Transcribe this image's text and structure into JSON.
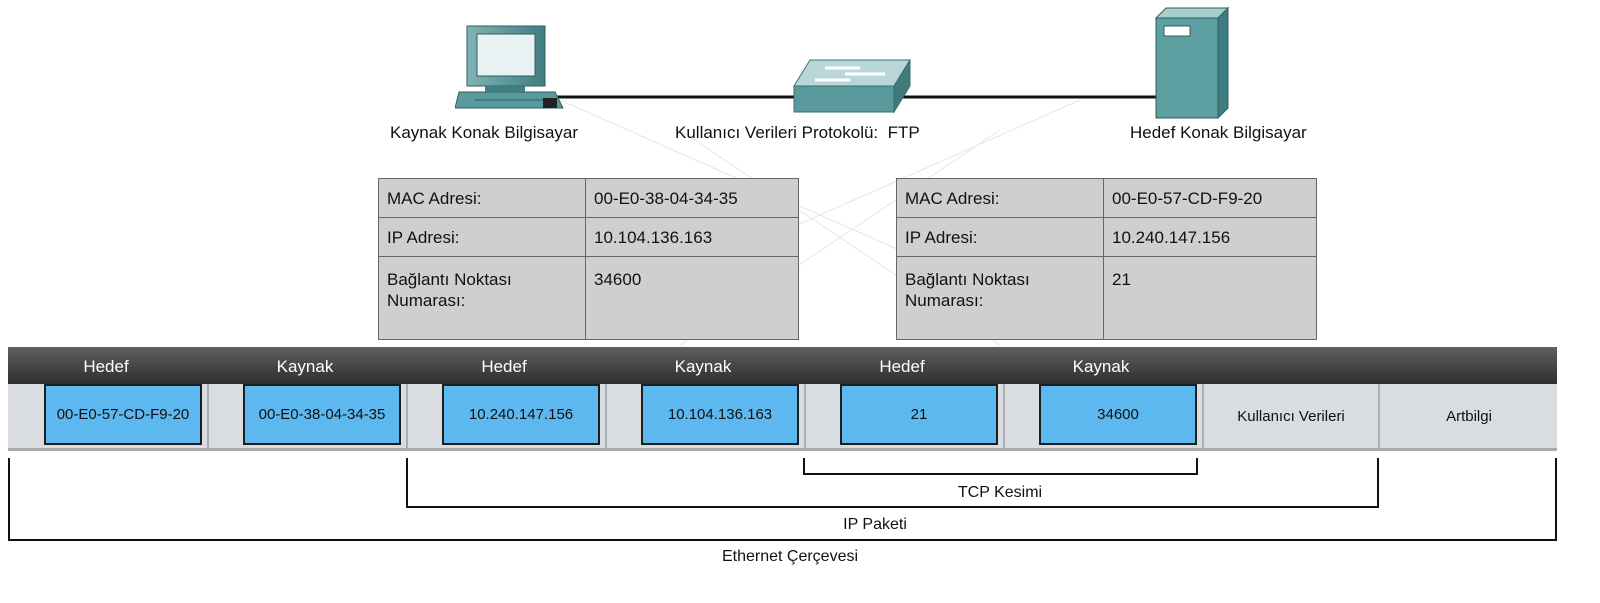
{
  "devices": {
    "source": {
      "label": "Kaynak Konak Bilgisayar"
    },
    "switch": {
      "label": "Kullanıcı Verileri Protokolü:  FTP"
    },
    "destination": {
      "label": "Hedef Konak Bilgisayar"
    }
  },
  "source_info": {
    "mac_label": "MAC Adresi:",
    "mac_value": "00-E0-38-04-34-35",
    "ip_label": "IP Adresi:",
    "ip_value": "10.104.136.163",
    "port_label": "Bağlantı Noktası Numarası:",
    "port_value": "34600"
  },
  "dest_info": {
    "mac_label": "MAC Adresi:",
    "mac_value": "00-E0-57-CD-F9-20",
    "ip_label": "IP Adresi:",
    "ip_value": "10.240.147.156",
    "port_label": "Bağlantı Noktası Numarası:",
    "port_value": "21"
  },
  "frame": {
    "headers": [
      "Hedef",
      "Kaynak",
      "Hedef",
      "Kaynak",
      "Hedef",
      "Kaynak"
    ],
    "cells": [
      "00-E0-57-CD-F9-20",
      "00-E0-38-04-34-35",
      "10.240.147.156",
      "10.104.136.163",
      "21",
      "34600"
    ],
    "user_data": "Kullanıcı Verileri",
    "trailer": "Artbilgi"
  },
  "brackets": {
    "tcp": "TCP Kesimi",
    "ip": "IP Paketi",
    "ethernet": "Ethernet Çerçevesi"
  },
  "colors": {
    "field_fill": "#5cb8ef",
    "device_teal": "#4f8e90",
    "frame_bg": "#d9dde2"
  }
}
